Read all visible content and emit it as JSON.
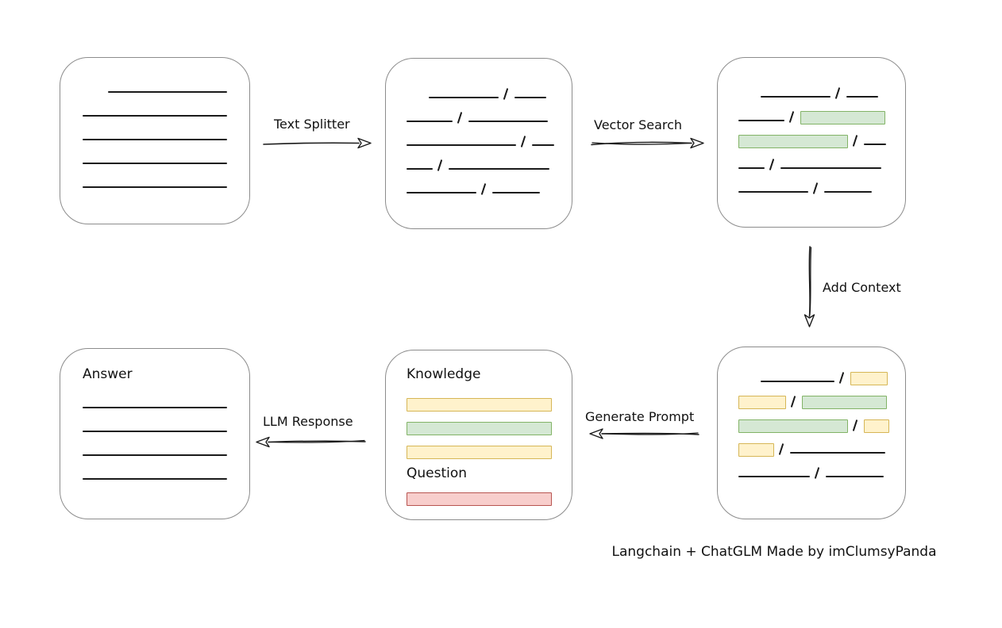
{
  "diagram": {
    "credit": "Langchain + ChatGLM Made by imClumsyPanda",
    "colors": {
      "line": "#1a1a1a",
      "box_border": "#8c8c8c",
      "green_fill": "#d5e8d4",
      "green_stroke": "#82b366",
      "yellow_fill": "#fff2cc",
      "yellow_stroke": "#d6b656",
      "red_fill": "#f8cecc",
      "red_stroke": "#b85450"
    },
    "arrows": {
      "text_splitter": "Text Splitter",
      "vector_search": "Vector Search",
      "add_context": "Add Context",
      "generate_prompt": "Generate Prompt",
      "llm_response": "LLM Response"
    },
    "boxes": {
      "document": {
        "rows": [
          [
            {
              "t": "gap",
              "w": 32
            },
            {
              "t": "line",
              "w": 150
            }
          ],
          [
            {
              "t": "line",
              "w": 182
            }
          ],
          [
            {
              "t": "line",
              "w": 182
            }
          ],
          [
            {
              "t": "line",
              "w": 182
            }
          ],
          [
            {
              "t": "line",
              "w": 182
            }
          ]
        ]
      },
      "chunks": {
        "rows": [
          [
            {
              "t": "gap",
              "w": 28
            },
            {
              "t": "line",
              "w": 88
            },
            {
              "t": "slash"
            },
            {
              "t": "line",
              "w": 40
            }
          ],
          [
            {
              "t": "line",
              "w": 58
            },
            {
              "t": "slash"
            },
            {
              "t": "line",
              "w": 100
            }
          ],
          [
            {
              "t": "line",
              "w": 138
            },
            {
              "t": "slash"
            },
            {
              "t": "line",
              "w": 28
            }
          ],
          [
            {
              "t": "line",
              "w": 33
            },
            {
              "t": "slash"
            },
            {
              "t": "line",
              "w": 127
            }
          ],
          [
            {
              "t": "line",
              "w": 88
            },
            {
              "t": "slash"
            },
            {
              "t": "line",
              "w": 60
            }
          ]
        ]
      },
      "vector_matches": {
        "rows": [
          [
            {
              "t": "gap",
              "w": 28
            },
            {
              "t": "line",
              "w": 88
            },
            {
              "t": "slash"
            },
            {
              "t": "line",
              "w": 40
            }
          ],
          [
            {
              "t": "line",
              "w": 58
            },
            {
              "t": "slash"
            },
            {
              "t": "green",
              "w": 107
            }
          ],
          [
            {
              "t": "green",
              "w": 138
            },
            {
              "t": "slash"
            },
            {
              "t": "line",
              "w": 28
            }
          ],
          [
            {
              "t": "line",
              "w": 33
            },
            {
              "t": "slash"
            },
            {
              "t": "line",
              "w": 127
            }
          ],
          [
            {
              "t": "line",
              "w": 88
            },
            {
              "t": "slash"
            },
            {
              "t": "line",
              "w": 60
            }
          ]
        ]
      },
      "context": {
        "rows": [
          [
            {
              "t": "gap",
              "w": 28
            },
            {
              "t": "line",
              "w": 93
            },
            {
              "t": "slash"
            },
            {
              "t": "yellow",
              "w": 47
            }
          ],
          [
            {
              "t": "yellow",
              "w": 60
            },
            {
              "t": "slash"
            },
            {
              "t": "green",
              "w": 107
            }
          ],
          [
            {
              "t": "green",
              "w": 138
            },
            {
              "t": "slash"
            },
            {
              "t": "yellow",
              "w": 32
            }
          ],
          [
            {
              "t": "yellow",
              "w": 45
            },
            {
              "t": "slash"
            },
            {
              "t": "line",
              "w": 120
            }
          ],
          [
            {
              "t": "line",
              "w": 90
            },
            {
              "t": "slash"
            },
            {
              "t": "line",
              "w": 73
            }
          ]
        ]
      },
      "prompt": {
        "knowledge_label": "Knowledge",
        "question_label": "Question",
        "knowledge_rows": [
          [
            {
              "t": "yellow",
              "w": 183
            }
          ],
          [
            {
              "t": "green",
              "w": 183
            }
          ],
          [
            {
              "t": "yellow",
              "w": 183
            }
          ]
        ],
        "question_rows": [
          [
            {
              "t": "red",
              "w": 183
            }
          ]
        ]
      },
      "answer": {
        "label": "Answer",
        "rows": [
          [
            {
              "t": "line",
              "w": 182
            }
          ],
          [
            {
              "t": "line",
              "w": 182
            }
          ],
          [
            {
              "t": "line",
              "w": 182
            }
          ],
          [
            {
              "t": "line",
              "w": 182
            }
          ]
        ]
      }
    }
  }
}
